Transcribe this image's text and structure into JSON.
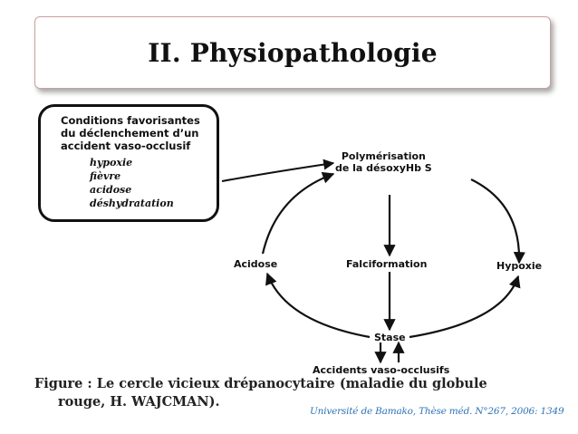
{
  "slide": {
    "title": "II. Physiopathologie"
  },
  "conditions": {
    "heading": "Conditions favorisantes\ndu déclenchement d’un\naccident vaso-occlusif",
    "items": [
      "hypoxie",
      "fièvre",
      "acidose",
      "déshydratation"
    ]
  },
  "diagram": {
    "nodes": {
      "polymerisation": "Polymérisation\nde la désoxyHb S",
      "acidose": "Acidose",
      "falciformation": "Falciformation",
      "hypoxie": "Hypoxie",
      "stase": "Stase",
      "accidents": "Accidents vaso-occlusifs"
    }
  },
  "caption": {
    "line1": "Figure  : Le cercle vicieux drépanocytaire (maladie du globule",
    "line2": "rouge, H. WAJCMAN).",
    "source": "Université de Bamako, Thèse méd.  N°267, 2006: 1349"
  }
}
